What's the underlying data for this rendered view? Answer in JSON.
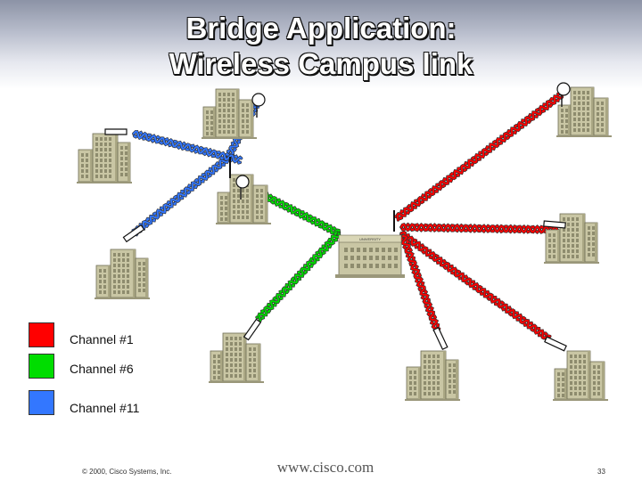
{
  "title": {
    "line1": "Bridge Application:",
    "line2": "Wireless Campus link"
  },
  "university_label": "UNIVERSITY",
  "legend": [
    {
      "label": "Channel #1",
      "color": "#ff0000"
    },
    {
      "label": "Channel #6",
      "color": "#00dd00"
    },
    {
      "label": "Channel #11",
      "color": "#3377ff"
    }
  ],
  "footer": {
    "copyright": "© 2000, Cisco Systems, Inc.",
    "site": "www.cisco.com",
    "page": "33"
  },
  "colors": {
    "building": "#c9c6a4",
    "building_shade": "#aaa784",
    "window": "#8e8c6e",
    "wave_outline": "#333333"
  },
  "icons": {
    "building": "office-building-icon",
    "university": "university-building-icon",
    "antenna": "antenna-icon"
  }
}
